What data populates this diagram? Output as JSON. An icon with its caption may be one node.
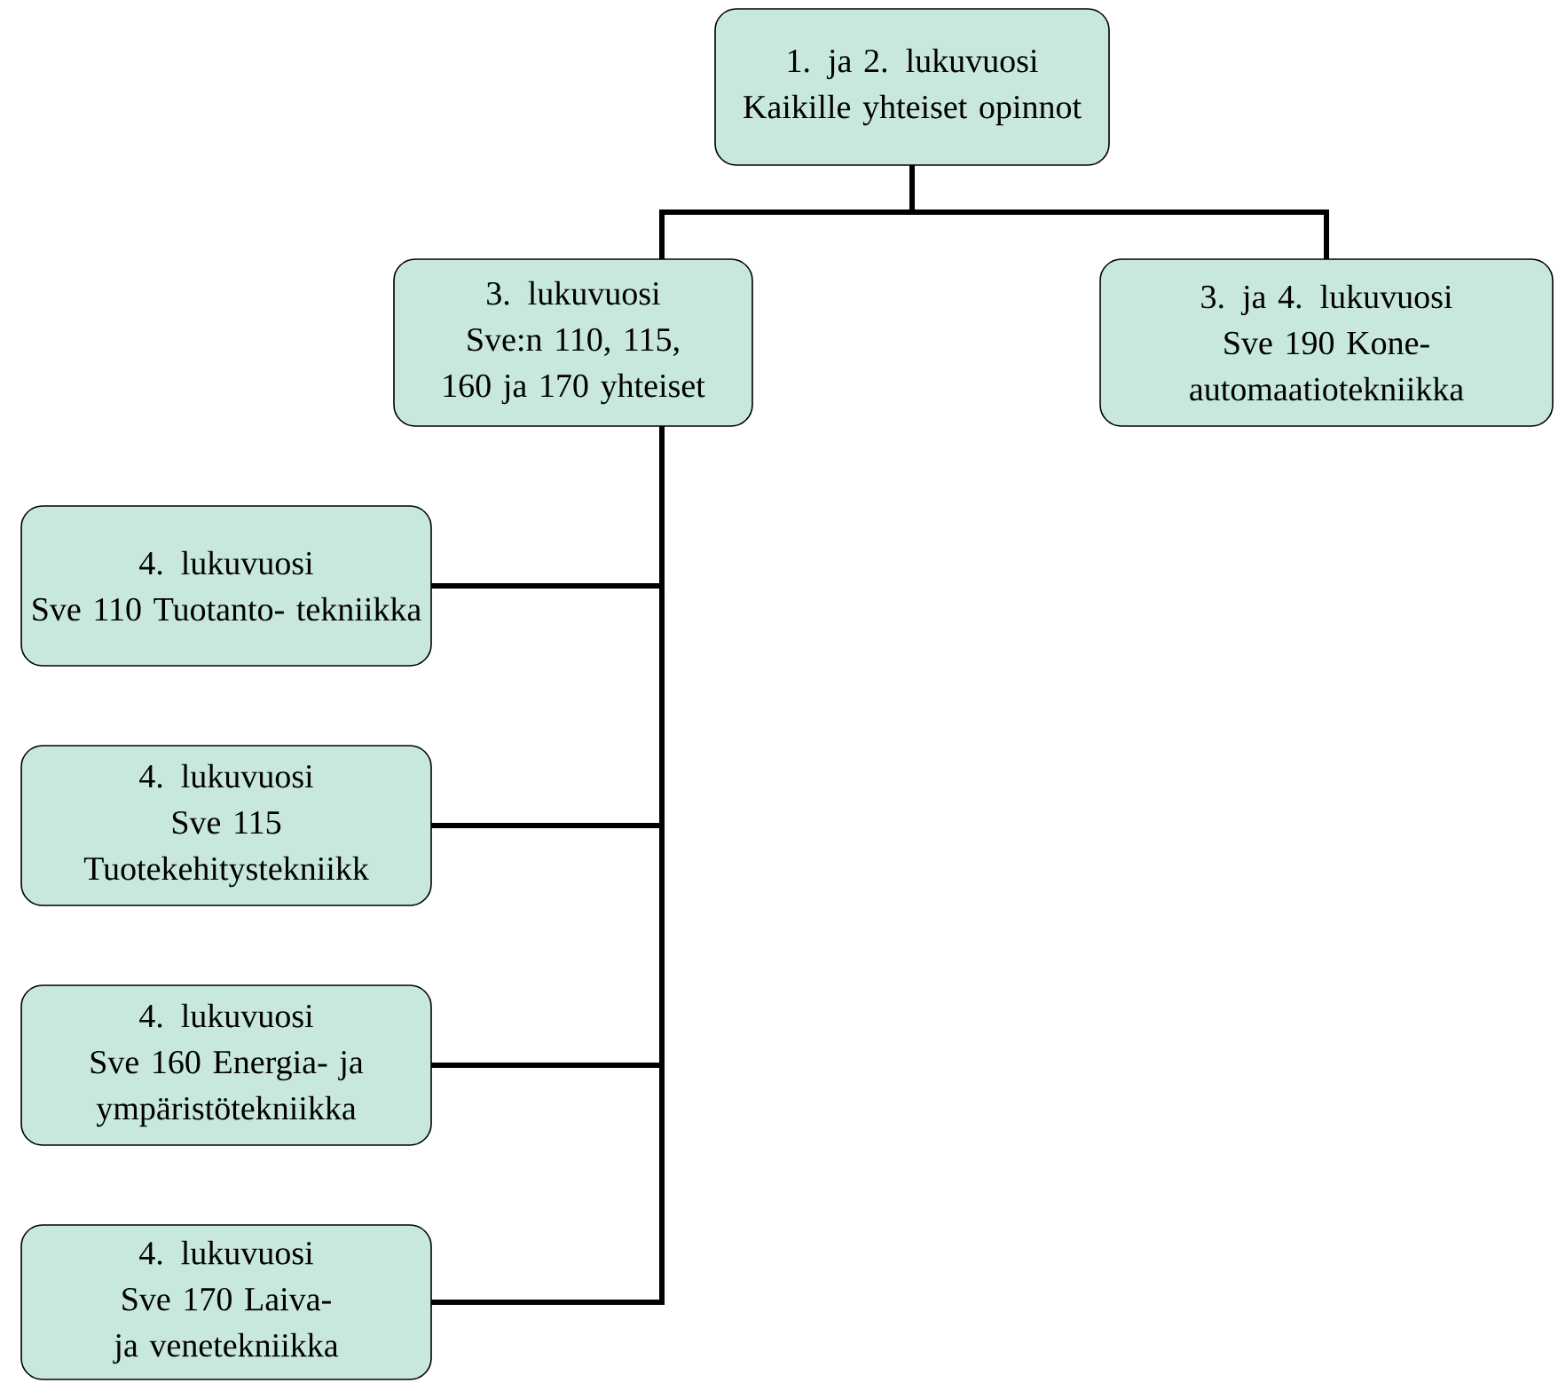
{
  "diagram": {
    "nodes": [
      {
        "text": [
          "1. ja 2. lukuvuosi",
          "Kaikille yhteiset opinnot"
        ]
      },
      {
        "text": [
          "3. lukuvuosi",
          "Sve:n 110, 115, 160 ja 170 yhteiset"
        ]
      },
      {
        "text": [
          "3. ja 4. lukuvuosi",
          "Sve 190 Kone- automaatiotekniikka"
        ]
      },
      {
        "text": [
          "4. lukuvuosi",
          "Sve 110 Tuotanto- tekniikka"
        ]
      },
      {
        "text": [
          "4. lukuvuosi",
          "Sve 115 Tuotekehitystekniikk"
        ]
      },
      {
        "text": [
          "4. lukuvuosi",
          "Sve 160 Energia- ja ympäristötekniikka"
        ]
      },
      {
        "text": [
          "4. lukuvuosi",
          "Sve 170 Laiva- ja venetekniikka"
        ]
      }
    ],
    "edges": [
      {
        "from": 0,
        "to": 1,
        "arrow": "none"
      },
      {
        "from": 0,
        "to": 2,
        "arrow": "none"
      },
      {
        "from": 1,
        "to": 3,
        "arrow": "none"
      },
      {
        "from": 1,
        "to": 4,
        "arrow": "none"
      },
      {
        "from": 1,
        "to": 5,
        "arrow": "none"
      },
      {
        "from": 1,
        "to": 6,
        "arrow": "none"
      }
    ]
  }
}
